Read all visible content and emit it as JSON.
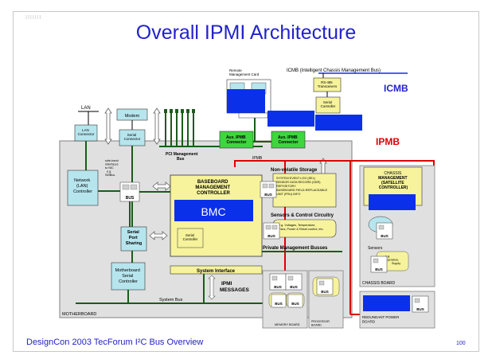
{
  "slide": {
    "title": "Overall IPMI Architecture",
    "logo_text": "IIIIIII",
    "footer": "DesignCon 2003  TecForum  I²C Bus Overview",
    "page_number": "100"
  },
  "diagram": {
    "labels": {
      "lan": "LAN",
      "lan_connector": [
        "LAN",
        "Connector"
      ],
      "modem": "Modem",
      "serial_connector": [
        "Serial",
        "Connector"
      ],
      "remote_card": [
        "Remote",
        "Management Card"
      ],
      "icmb_full": "ICMB (Intelligent Chassis Management Bus)",
      "rs485": [
        "RS-485",
        "Transceivers"
      ],
      "serial_controller_top": [
        "Serial",
        "Controller"
      ],
      "icmb_big": "ICMB",
      "ipmb_big": "IPMB",
      "aux1": [
        "Aux. IPMB",
        "Connector"
      ],
      "aux2": [
        "Aux. IPMB",
        "Connector"
      ],
      "pci_bus": [
        "PCI Management",
        "Bus"
      ],
      "ipmb_small": "IPMB",
      "sideband": [
        "side-band",
        "interfaces",
        "to NIC",
        "e.g.",
        "SMBus"
      ],
      "network_ctrl": [
        "Network",
        "(LAN)",
        "Controller"
      ],
      "bus": "BUS",
      "bmc_title": [
        "BASEBOARD",
        "MANAGEMENT",
        "CONTROLLER"
      ],
      "bmc": "BMC",
      "nv_storage": "Non-volatile Storage",
      "nv_items": [
        "SYSTEM EVENT LOG (SEL)",
        "SENSOR DATA RECORD (SDR)",
        "REPOSITORY",
        "BASEBOARD FIELD-REPLACEABLE",
        "UNIT (FRU) INFO"
      ],
      "sensors_title": "Sensors & Control Circuitry",
      "sensors_items": [
        "e.g. Voltages, Temperature,",
        "Fans, Power & Reset control, etc."
      ],
      "serial_port_sharing": [
        "Serial",
        "Port",
        "Sharing"
      ],
      "serial_controller": [
        "Serial",
        "Controller"
      ],
      "private_busses": "Private Management Busses",
      "system_interface": "System Interface",
      "mb_serial": [
        "Motherboard",
        "Serial",
        "Controller"
      ],
      "ipmi_messages": [
        "IPMI",
        "MESSAGES"
      ],
      "system_bus": "System Bus",
      "motherboard": "MOTHERBOARD",
      "memory_board": "MEMORY BOARD",
      "processor_board": [
        "PROCESSOR",
        "BOARD"
      ],
      "chassis_mgmt": [
        "CHASSIS",
        "MANAGEMENT",
        "(SATELLITE",
        "CONTROLLER)"
      ],
      "sensors_small": "Sensors",
      "temp_items": [
        "e.g.",
        "Temperature,",
        "Supply"
      ],
      "chassis_board": "CHASSIS BOARD",
      "redundant_power": [
        "REDUNDANT POWER",
        "BOARD"
      ]
    }
  }
}
